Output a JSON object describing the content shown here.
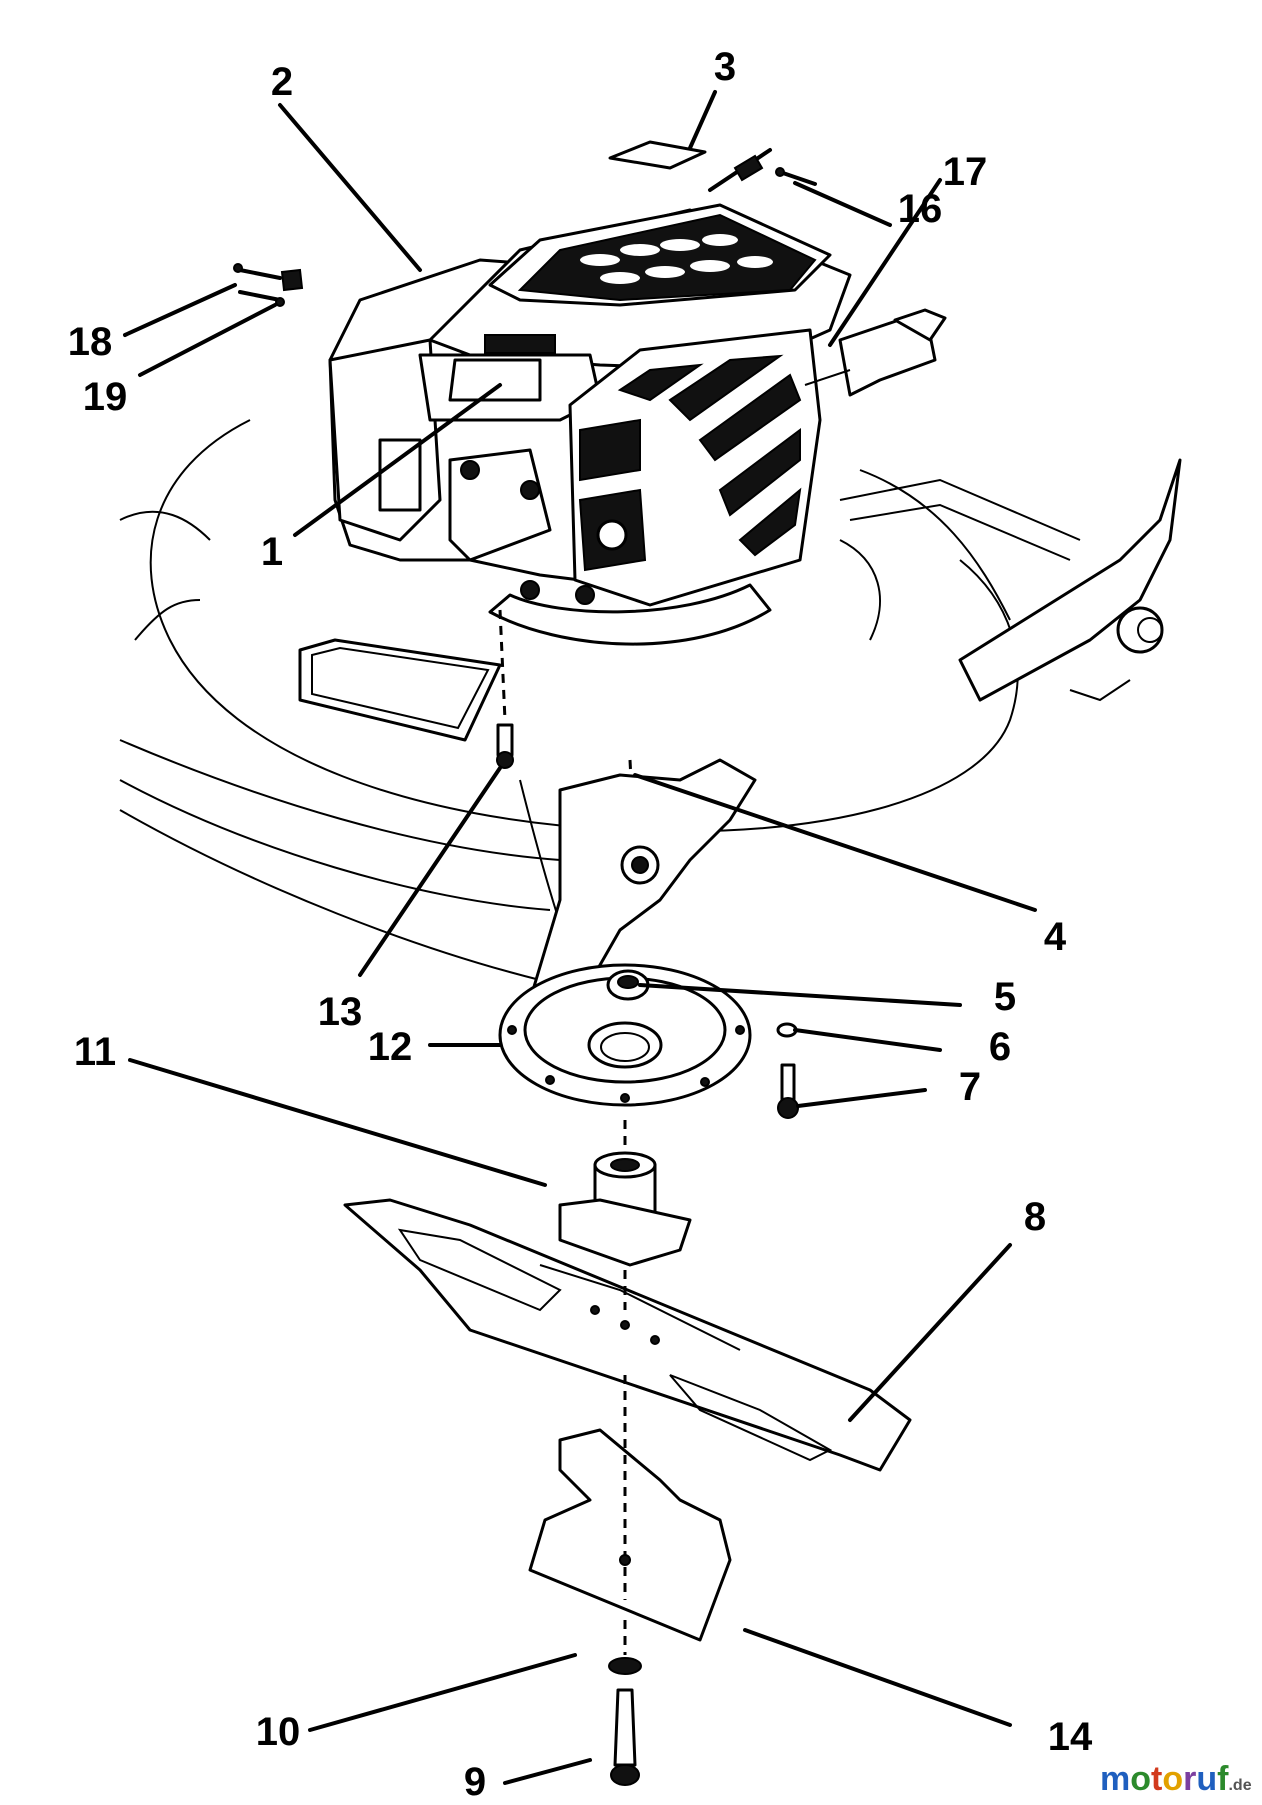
{
  "callouts": [
    {
      "id": "1",
      "label": "1"
    },
    {
      "id": "2",
      "label": "2"
    },
    {
      "id": "3",
      "label": "3"
    },
    {
      "id": "4",
      "label": "4"
    },
    {
      "id": "5",
      "label": "5"
    },
    {
      "id": "6",
      "label": "6"
    },
    {
      "id": "7",
      "label": "7"
    },
    {
      "id": "8",
      "label": "8"
    },
    {
      "id": "9",
      "label": "9"
    },
    {
      "id": "10",
      "label": "10"
    },
    {
      "id": "11",
      "label": "11"
    },
    {
      "id": "12",
      "label": "12"
    },
    {
      "id": "13",
      "label": "13"
    },
    {
      "id": "14",
      "label": "14"
    },
    {
      "id": "16",
      "label": "16"
    },
    {
      "id": "17",
      "label": "17"
    },
    {
      "id": "18",
      "label": "18"
    },
    {
      "id": "19",
      "label": "19"
    }
  ],
  "watermark": {
    "brand": "motoruf",
    "suffix": ".de",
    "colors": [
      "#1f5fbf",
      "#2c8a2c",
      "#d23a1d",
      "#e2a100",
      "#7b3fa0",
      "#1f5fbf",
      "#2c8a2c"
    ]
  }
}
